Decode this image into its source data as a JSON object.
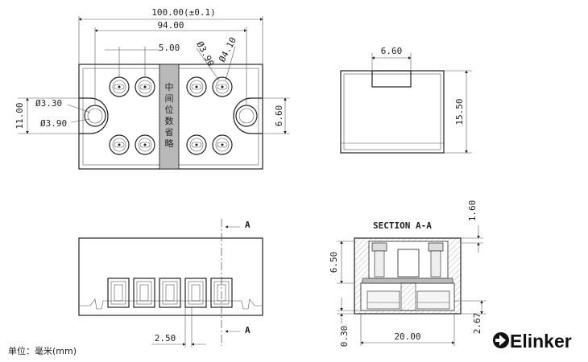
{
  "dimensions": {
    "overall_length": "100.00(±0.1)",
    "inner_length": "94.00",
    "pitch_top": "5.00",
    "dia_390_top": "Ø3.90",
    "dia_410": "Ø4.10",
    "height_left": "11.00",
    "dia_330": "Ø3.30",
    "dia_390_left": "Ø3.90",
    "width_right": "6.60",
    "side_top_width": "6.60",
    "side_height": "15.50",
    "pitch_bottom": "2.50",
    "sec_1_60": "1.60",
    "sec_6_50": "6.50",
    "sec_0_30": "0.30",
    "sec_20_00": "20.00",
    "sec_2_67": "2.67"
  },
  "section_markers": {
    "top": "A",
    "bottom": "A"
  },
  "section_title": "SECTION A-A",
  "middle_note_chars": [
    "中",
    "间",
    "位",
    "数",
    "省",
    "略"
  ],
  "unit_label": "单位：毫米(mm)",
  "brand": "Elinker"
}
